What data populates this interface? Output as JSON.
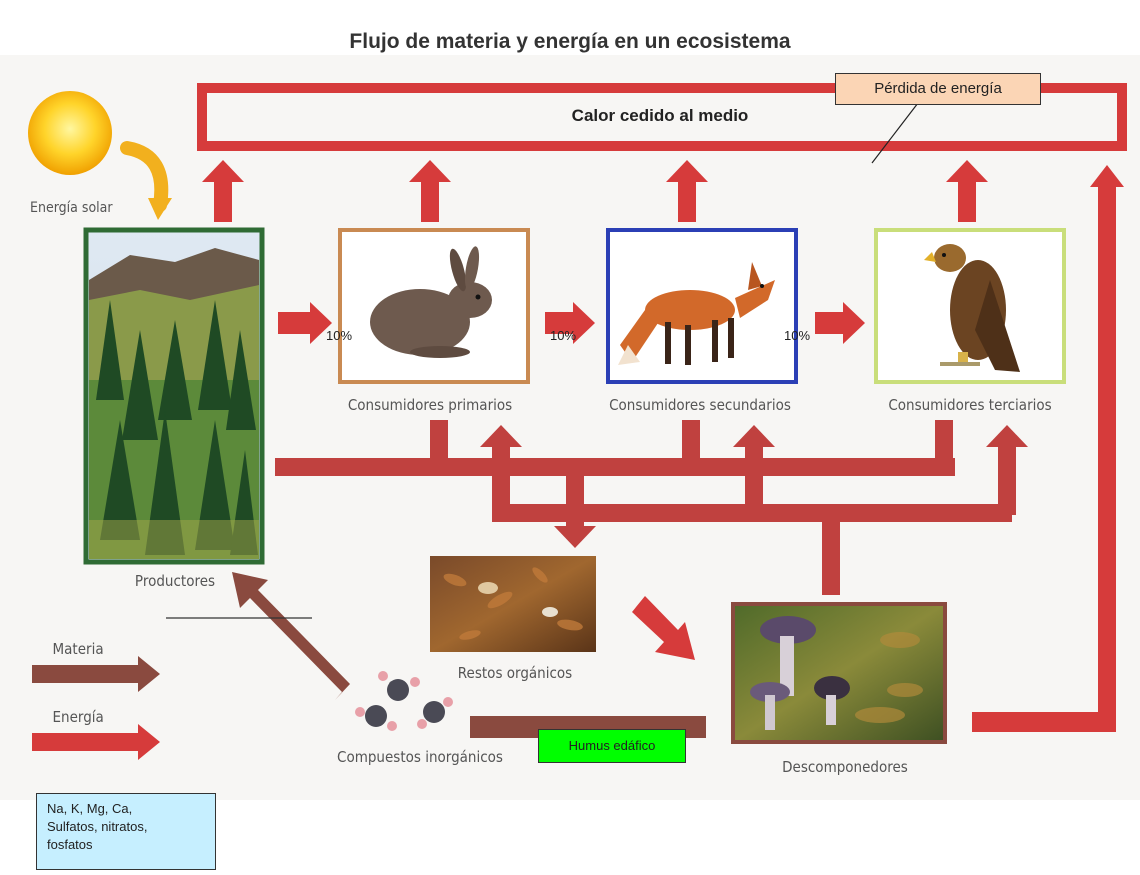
{
  "title": "Flujo de materia y energía en un ecosistema",
  "heat_box_label": "Calor cedido al medio",
  "energy_loss_callout": "Pérdida de energía",
  "solar_label": "Energía solar",
  "organisms": {
    "producers": "Productores",
    "primary": "Consumidores primarios",
    "secondary": "Consumidores secundarios",
    "tertiary": "Consumidores terciarios",
    "remains": "Restos orgánicos",
    "decomposers": "Descomponedores",
    "inorganic": "Compuestos inorgánicos"
  },
  "transfer_percentages": [
    "10%",
    "10%",
    "10%"
  ],
  "humus_label": "Humus edáfico",
  "legend": {
    "matter": "Materia",
    "energy": "Energía"
  },
  "elements_note": [
    "Na, K, Mg, Ca,",
    "Sulfatos, nitratos,",
    "fosfatos"
  ],
  "colors": {
    "energy": "#d63b3b",
    "matter": "#8a4a3f",
    "primary_frame": "#c98a52",
    "secondary_frame": "#2b3fb5",
    "tertiary_frame": "#c9de7a",
    "producer_frame": "#2f6b34"
  },
  "icons": [
    "sun-icon",
    "curved-arrow-icon",
    "mountain-forest-image",
    "rabbit-image",
    "fox-image",
    "eagle-image",
    "leaf-litter-image",
    "mushroom-image",
    "molecule-icon"
  ]
}
